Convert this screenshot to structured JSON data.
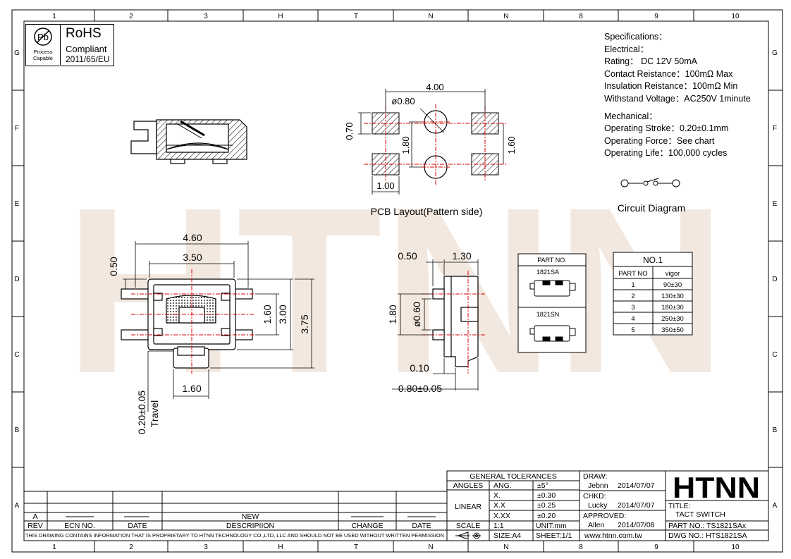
{
  "border": {
    "columns": [
      "1",
      "2",
      "3",
      "H",
      "T",
      "N",
      "N",
      "8",
      "9",
      "10"
    ],
    "rows": [
      "G",
      "F",
      "E",
      "D",
      "C",
      "B",
      "A"
    ]
  },
  "rohs": {
    "title": "RoHS",
    "line2": "Compliant",
    "line3": "2011/65/EU",
    "logo_caption_1": "Process",
    "logo_caption_2": "Capable",
    "logo_glyph": "Pb"
  },
  "specifications": {
    "heading": "Specifications：",
    "electrical_heading": "Electrical：",
    "rating": "Rating： DC 12V 50mA",
    "contact_resistance": "Contact Reistance：100mΩ Max",
    "insulation_resistance": "Insulation Reistance：100mΩ Min",
    "withstand_voltage": "Withstand Voltage：AC250V 1minute",
    "mechanical_heading": "Mechanical：",
    "operating_stroke": "Operating Stroke：0.20±0.1mm",
    "operating_force": "Operating Force：See chart",
    "operating_life": "Operating Life：100,000 cycles"
  },
  "watermark": "HTNN",
  "pcb_layout": {
    "caption": "PCB Layout(Pattern side)",
    "dim_width": "4.00",
    "dim_hole": "ø0.80",
    "dim_pad_h": "0.70",
    "dim_hole_pitch": "1.80",
    "dim_pad_pitch": "1.60",
    "dim_pad_w": "1.00"
  },
  "circuit": {
    "caption": "Circuit  Diagram"
  },
  "top_view": {
    "dim_overall": "4.60",
    "dim_body": "3.50",
    "dim_lead": "0.50",
    "dim_pitch": "1.60",
    "dim_height": "3.00",
    "dim_total": "3.75",
    "dim_actuator": "1.60",
    "dim_travel": "0.20±0.05",
    "travel_label": "Travel"
  },
  "side_view": {
    "dim_lead": "0.50",
    "dim_body": "1.30",
    "dim_pitch": "1.80",
    "dim_post": "ø0.60",
    "dim_gap": "0.10",
    "dim_actuator": "0.80±0.05"
  },
  "part_box": {
    "header": "PART NO.",
    "variant_a": "1821SA",
    "variant_b": "1821SN"
  },
  "force_table": {
    "title": "NO.1",
    "headers": [
      "PART  NO",
      "vigor"
    ],
    "rows": [
      [
        "1",
        "90±30"
      ],
      [
        "2",
        "130±30"
      ],
      [
        "3",
        "180±30"
      ],
      [
        "4",
        "250±30"
      ],
      [
        "5",
        "350±50"
      ]
    ]
  },
  "title_block": {
    "tol_heading": "GENERAL TOLERANCES",
    "angles": "ANGLES",
    "ang": "ANG.",
    "ang_tol": "±5°",
    "linear": "LINEAR",
    "x1": "X.",
    "x1_tol": "±0.30",
    "x2": "X.X",
    "x2_tol": "±0.25",
    "x3": "X.XX",
    "x3_tol": "±0.20",
    "scale": "SCALE",
    "scale_val": "1:1",
    "unit": "UNIT:mm",
    "size": "SIZE:A4",
    "sheet": "SHEET:1/1",
    "draw_label": "DRAW:",
    "draw_name": "Jebnn",
    "draw_date": "2014/07/07",
    "chkd_label": "CHKD:",
    "chkd_name": "Lucky",
    "chkd_date": "2014/07/07",
    "appr_label": "APPROVED:",
    "appr_name": "Allen",
    "appr_date": "2014/07/08",
    "website": "www.htnn.com.tw",
    "brand": "HTNN",
    "title_label": "TITLE:",
    "title_value": "TACT SWITCH",
    "part_no": "PART NO.: TS1821SAx",
    "dwg_no": "DWG  NO.: HTS1821SA"
  },
  "revision": {
    "rev_value": "A",
    "new_label": "NEW",
    "headers": [
      "REV",
      "ECN NO.",
      "DATE",
      "DESCRIPIION",
      "CHANGE",
      "DATE"
    ]
  },
  "proprietary": "THIS DRAWING CONTAINS INFORMATION THAT IS PROPRIETARY TO HTNN TECHNOLOGY CO.,LTD, LLC AND SHOULD  NOT BE USED WITHOUT WRITTEN PERMISSION"
}
